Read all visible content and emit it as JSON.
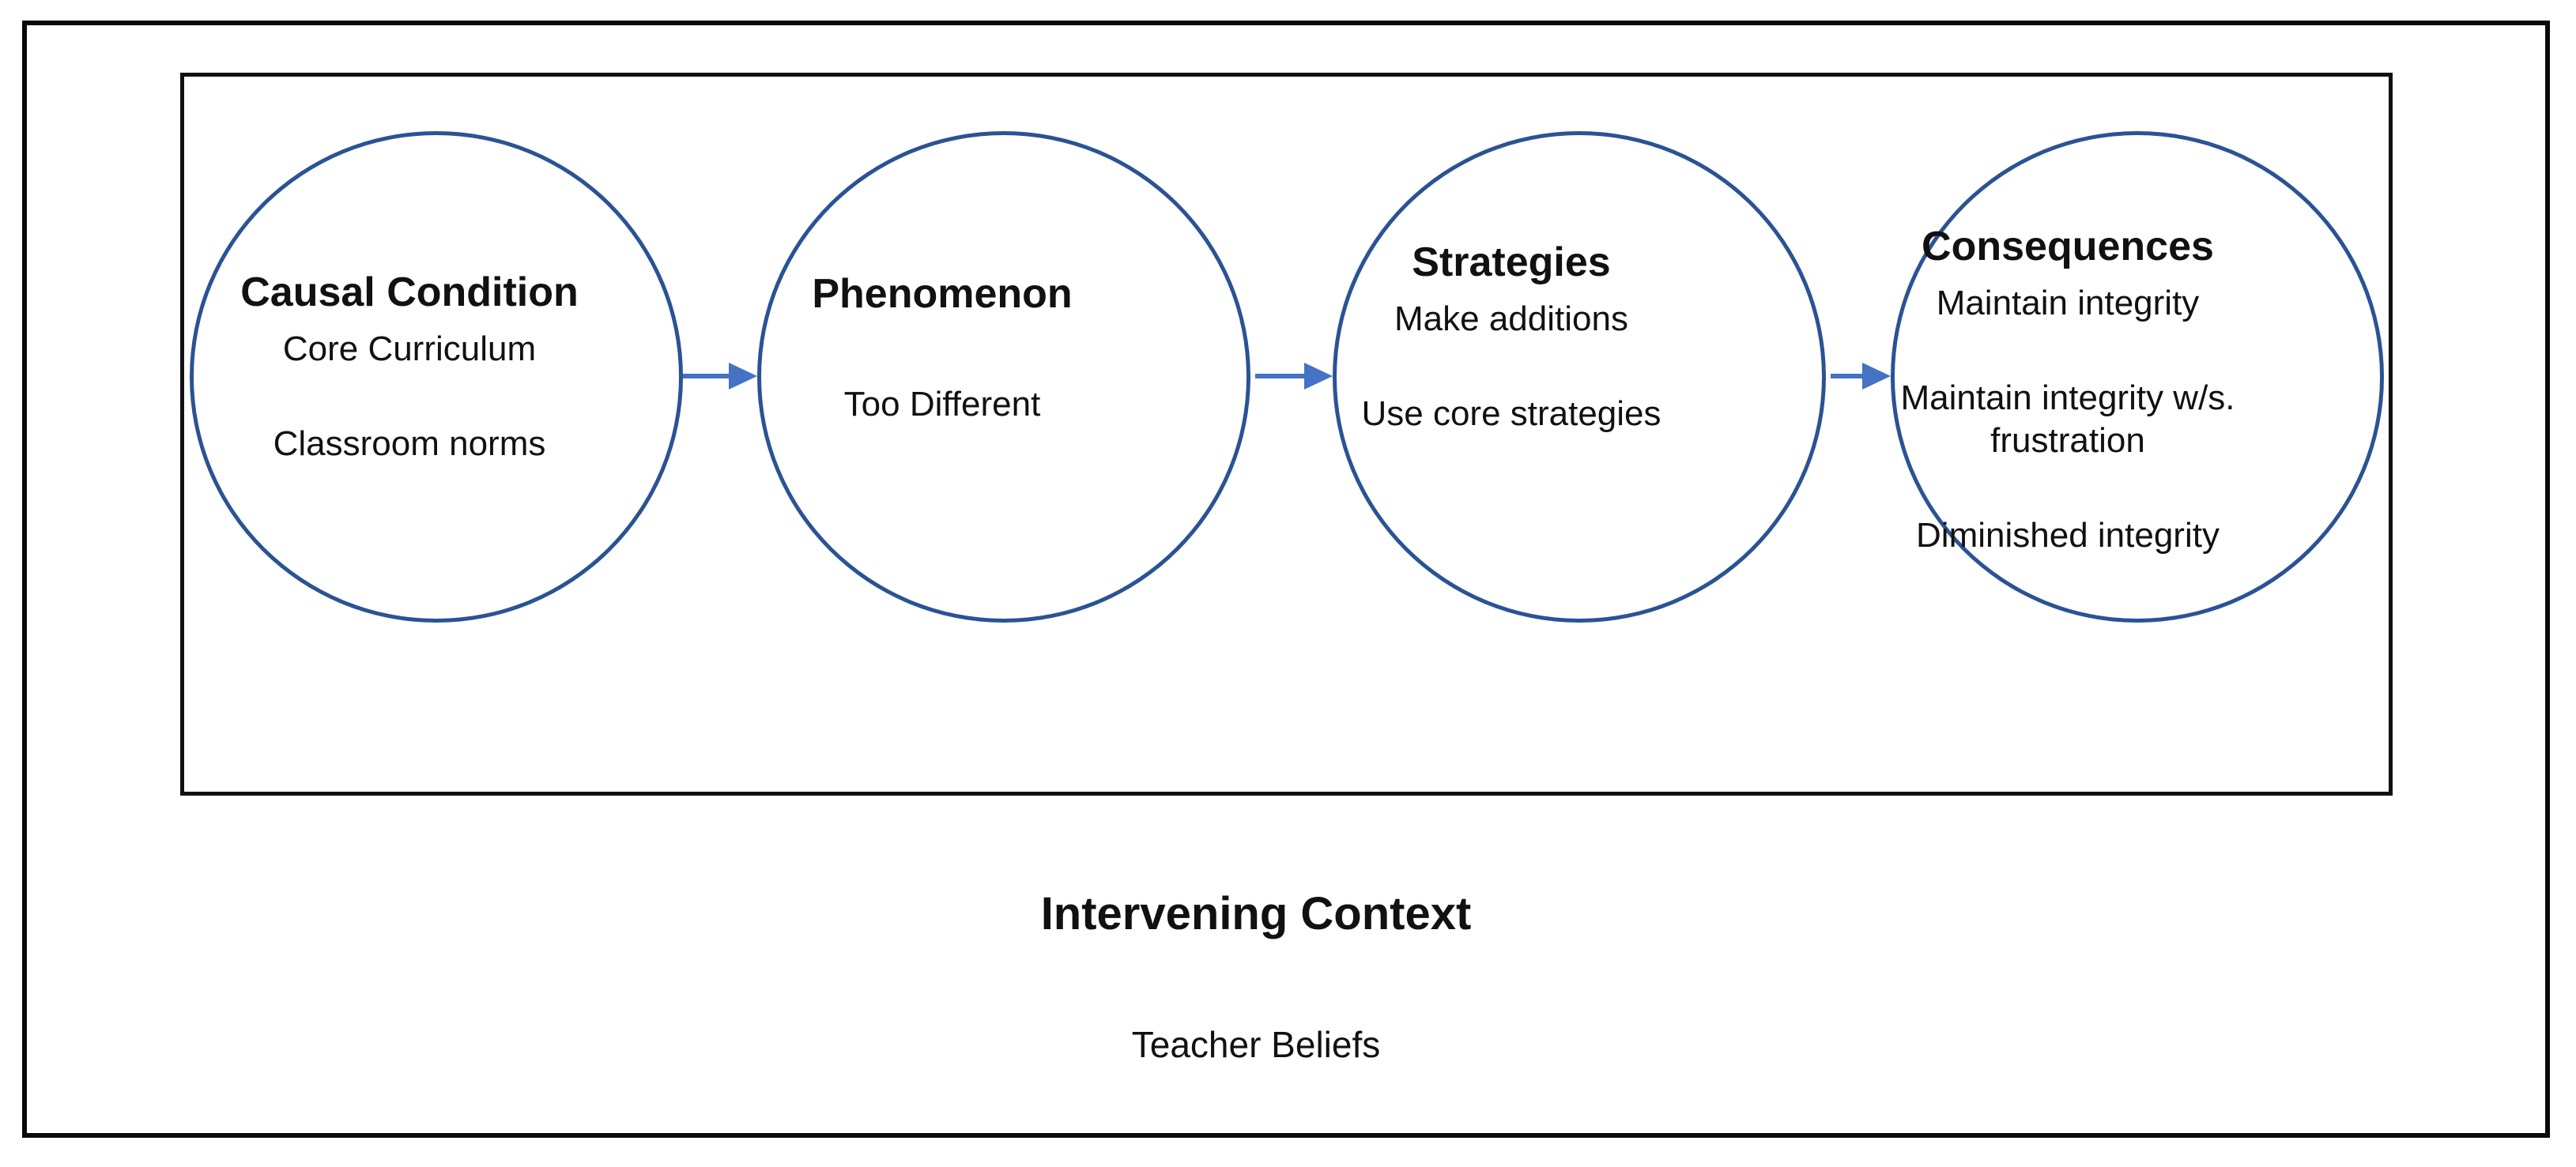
{
  "figure": {
    "process_nodes": [
      {
        "title": "Causal Condition",
        "items": [
          "Core Curriculum",
          "Classroom norms"
        ]
      },
      {
        "title": "Phenomenon",
        "items": [
          "Too Different"
        ]
      },
      {
        "title": "Strategies",
        "items": [
          "Make additions",
          "Use core strategies"
        ]
      },
      {
        "title": "Consequences",
        "items": [
          "Maintain integrity",
          "Maintain integrity w/s. frustration",
          "Diminished integrity"
        ]
      }
    ],
    "arrows": [
      {
        "from": "Causal Condition",
        "to": "Phenomenon",
        "direction": "right"
      },
      {
        "from": "Phenomenon",
        "to": "Strategies",
        "direction": "right"
      },
      {
        "from": "Strategies",
        "to": "Consequences",
        "direction": "right"
      }
    ],
    "intervening_context": {
      "title": "Intervening Context",
      "item": "Teacher Beliefs"
    },
    "colors": {
      "node_stroke": "#2a5394",
      "arrow": "#4472c4",
      "box_border": "#000000",
      "background": "#ffffff",
      "text": "#111111"
    }
  }
}
